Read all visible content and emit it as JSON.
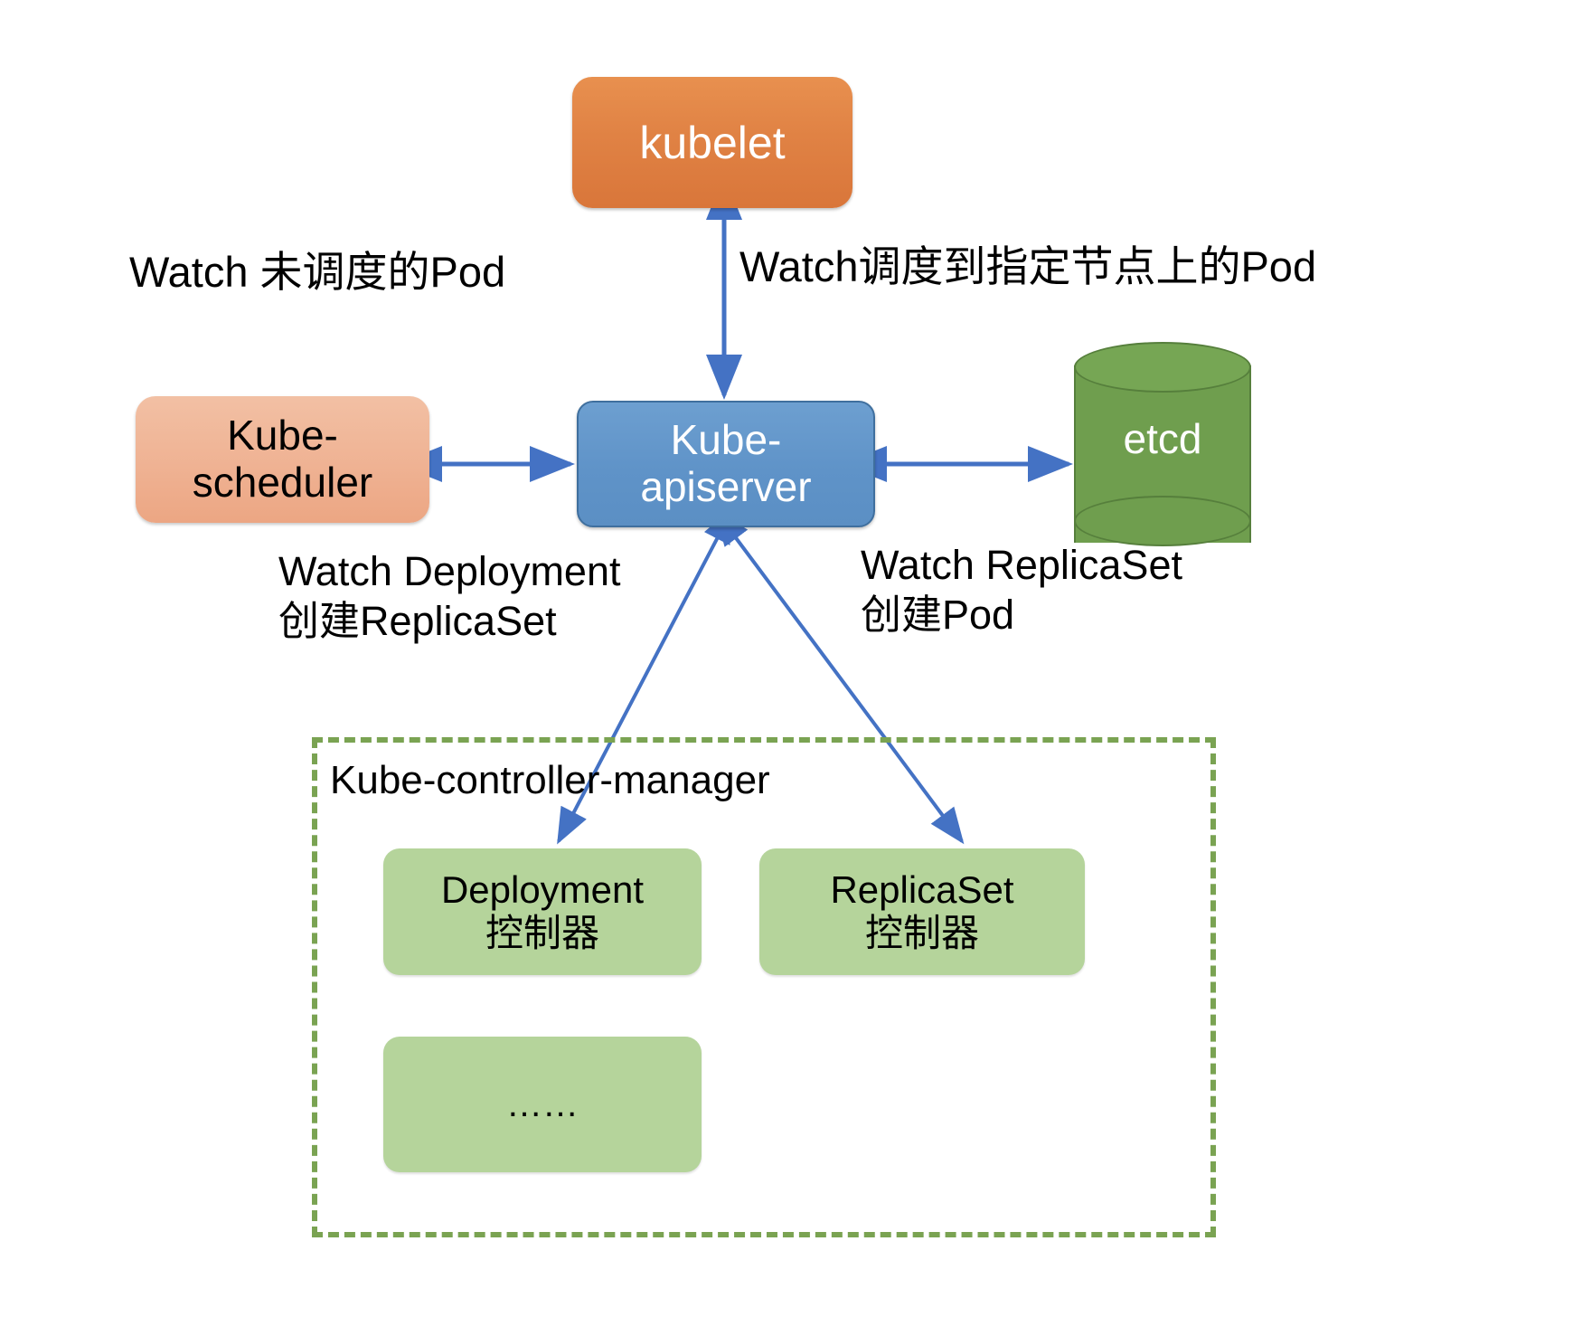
{
  "diagram": {
    "title": "Kubernetes control plane watch/create flow",
    "colors": {
      "kubelet_orange": "#e08244",
      "scheduler_salmon": "#efb293",
      "apiserver_blue": "#5f93c8",
      "etcd_green": "#6f9e4e",
      "controller_box_green": "#b5d49b",
      "dashed_border_green": "#7aa352",
      "arrow_blue": "#4472c4",
      "text_black": "#000000",
      "text_white": "#ffffff"
    }
  },
  "nodes": {
    "kubelet": {
      "label": "kubelet"
    },
    "scheduler": {
      "label": "Kube-\nscheduler"
    },
    "apiserver": {
      "label": "Kube-\napiserver"
    },
    "etcd": {
      "label": "etcd"
    }
  },
  "controller_manager": {
    "title": "Kube-controller-manager",
    "controllers": [
      {
        "label": "Deployment\n控制器"
      },
      {
        "label": "ReplicaSet\n控制器"
      },
      {
        "label": "……"
      }
    ]
  },
  "edge_labels": {
    "watch_unscheduled_pod": "Watch 未调度的Pod",
    "watch_scheduled_pod": "Watch调度到指定节点上的Pod",
    "watch_deployment": "Watch Deployment\n创建ReplicaSet",
    "watch_replicaset": "Watch ReplicaSet\n创建Pod"
  }
}
